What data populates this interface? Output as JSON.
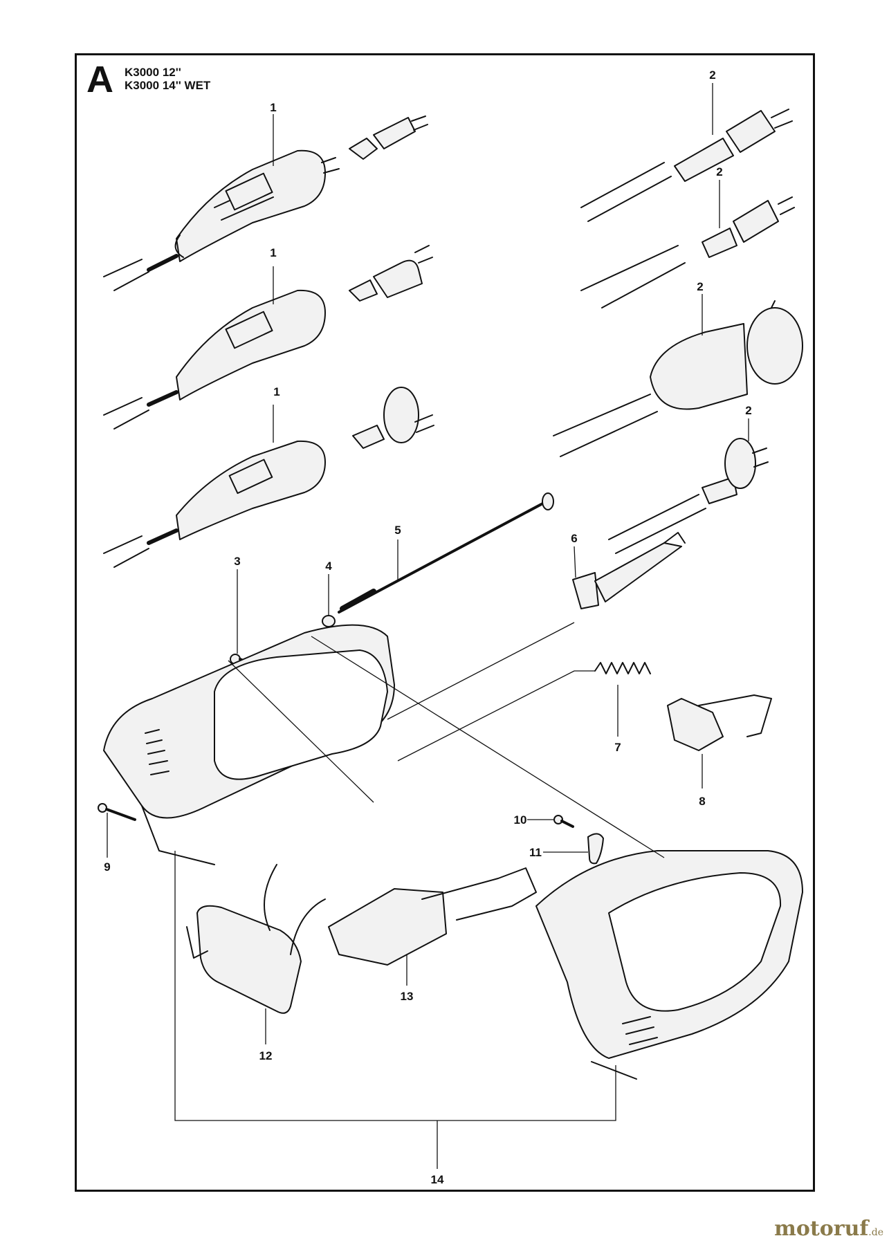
{
  "section": "A",
  "models": [
    "K3000 12''",
    "K3000 14'' WET"
  ],
  "callouts": {
    "c1a": "1",
    "c1b": "1",
    "c1c": "1",
    "c2a": "2",
    "c2b": "2",
    "c2c": "2",
    "c2d": "2",
    "c3": "3",
    "c4": "4",
    "c5": "5",
    "c6": "6",
    "c7": "7",
    "c8": "8",
    "c9": "9",
    "c10": "10",
    "c11": "11",
    "c12": "12",
    "c13": "13",
    "c14": "14"
  },
  "watermark": {
    "brand": "motoruf",
    "tld": ".de"
  },
  "colors": {
    "ink": "#111111",
    "part_fill": "#f2f2f2",
    "watermark": "#8a7a4a"
  }
}
